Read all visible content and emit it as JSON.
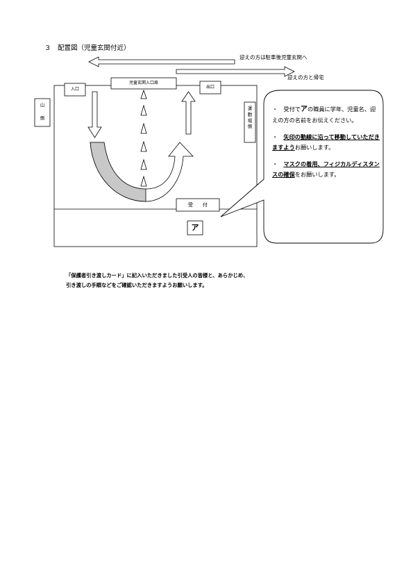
{
  "document": {
    "section_title": "３　配置図（児童玄関付近）",
    "pickup_note": "迎えの方は駐車後児童玄関へ",
    "return_note": "迎えの方と帰宅",
    "labels": {
      "entrance": "入口",
      "entrance_door": "児童玄関入口扉",
      "exit": "出口",
      "mountain_side": [
        "山",
        "側"
      ],
      "playground_side": [
        "運",
        "動",
        "場",
        "側"
      ],
      "reception": "受　　付",
      "station_mark": "ア"
    },
    "bubble": {
      "item1": {
        "bullet": "・",
        "pre": "受付で",
        "mark": "ア",
        "post": "の職員に学年、児童名、迎えの方の名前をお伝えください。"
      },
      "item2": {
        "bullet": "・",
        "underlined": "矢印の動線に沿って移動していただきますよう",
        "post": "お願いします。"
      },
      "item3": {
        "bullet": "・",
        "underlined": "マスクの着用、フィジカルディスタンスの確保",
        "post": "をお願いします。"
      }
    },
    "closing": {
      "line1": "「保護者引き渡しカード」に記入いただきました引受人の皆様と、あらかじめ、",
      "line2": "引き渡しの手順などをご確認いただきますようお願いします。"
    }
  }
}
